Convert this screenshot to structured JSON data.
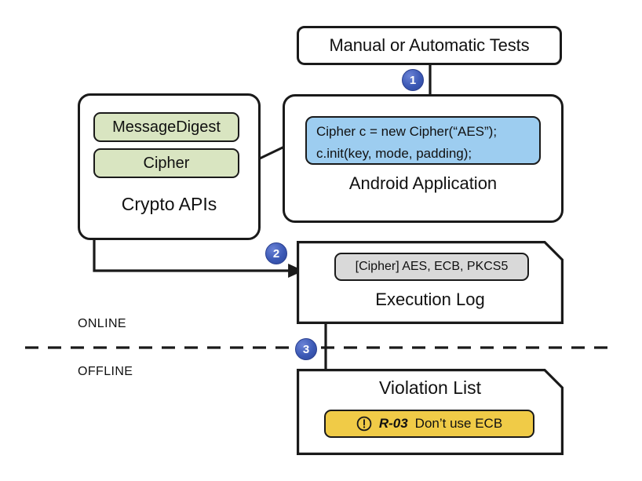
{
  "diagram": {
    "title_nodes": {
      "tests": "Manual or Automatic Tests",
      "android": "Android Application",
      "crypto": "Crypto APIs",
      "execution_log": "Execution Log",
      "violation_list": "Violation List"
    },
    "android_code": {
      "line1": "Cipher c = new Cipher(“AES”);",
      "line2": "c.init(key, mode, padding);"
    },
    "crypto_api_chips": [
      {
        "label": "MessageDigest"
      },
      {
        "label": "Cipher"
      }
    ],
    "execution_log_entry": "[Cipher] AES, ECB, PKCS5",
    "violation_entry": {
      "icon": "warning-exclamation-icon",
      "rule_id": "R-03",
      "text": "Don’t use ECB"
    },
    "phases": {
      "online": "ONLINE",
      "offline": "OFFLINE"
    },
    "steps": [
      {
        "number": "1"
      },
      {
        "number": "2"
      },
      {
        "number": "3"
      }
    ],
    "colors": {
      "stroke": "#1a1a1a",
      "code_fill": "#9dcdf0",
      "api_chip_fill": "#d9e5c1",
      "log_chip_fill": "#d9d9d9",
      "violation_fill": "#f0cb47",
      "badge_fill": "#3c59b5",
      "background": "#ffffff"
    }
  }
}
